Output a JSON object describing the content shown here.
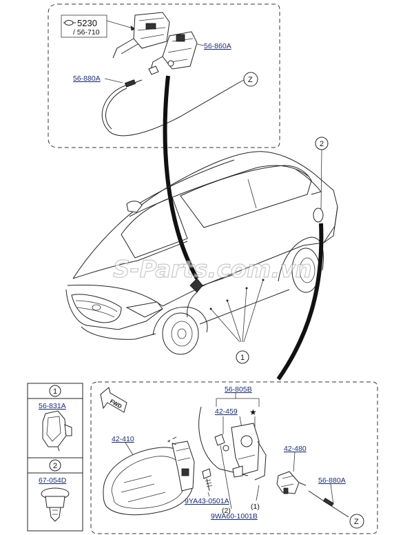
{
  "top_inset": {
    "code": "5230",
    "ref_small": "/ 56-710",
    "part_latch": "56-860A",
    "part_cable": "56-880A",
    "callout_z": "Z"
  },
  "car": {
    "callout_1": "1",
    "callout_2": "2"
  },
  "watermark": "S-Parts.com.vn",
  "legend": {
    "item1_num": "1",
    "item1_part": "56-831A",
    "item2_num": "2",
    "item2_part": "67-054D"
  },
  "bottom": {
    "fwd": "FWD",
    "part_42_410": "42-410",
    "part_56_805b": "56-805B",
    "part_42_459": "42-459",
    "star": "★",
    "part_42_480": "42-480",
    "part_56_880a": "56-880A",
    "part_9ya43": "9YA43-0501A",
    "qty_2": "(2)",
    "part_9wa60": "9WA60-1001B",
    "qty_1": "(1)",
    "callout_z": "Z"
  }
}
